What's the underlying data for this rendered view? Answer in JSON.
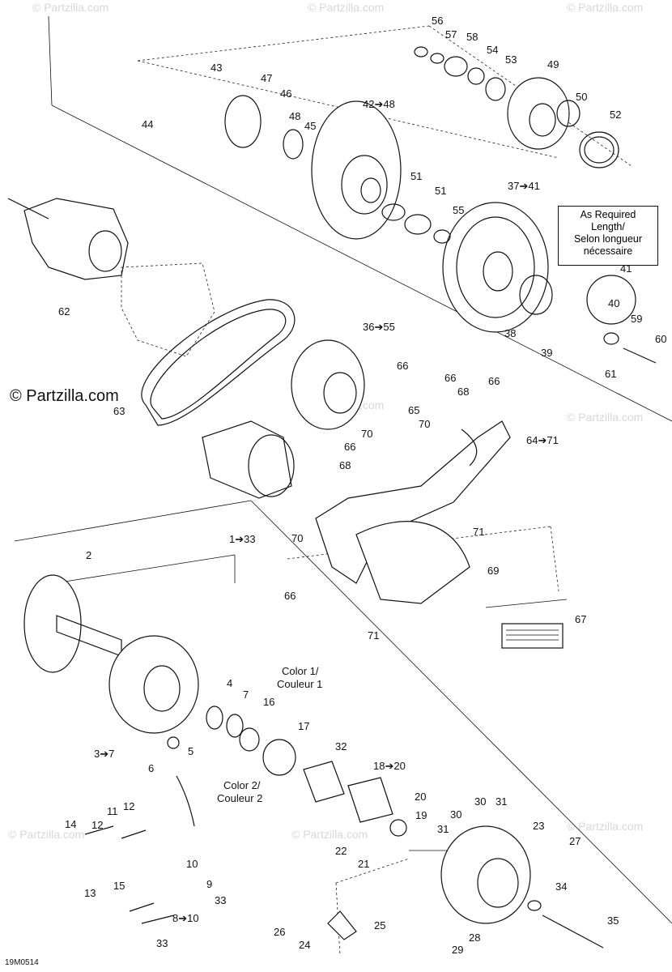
{
  "brand": {
    "watermark": "© Partzilla.com"
  },
  "diagram_code": "19M0514",
  "note": {
    "line1": "As Required",
    "line2": "Length/",
    "line3": "Selon longueur",
    "line4": "nécessaire"
  },
  "color_labels": {
    "color1_line1": "Color 1/",
    "color1_line2": "Couleur 1",
    "color2_line1": "Color 2/",
    "color2_line2": "Couleur 2"
  },
  "callouts": [
    {
      "id": "56",
      "text": "56"
    },
    {
      "id": "57",
      "text": "57"
    },
    {
      "id": "58",
      "text": "58"
    },
    {
      "id": "54",
      "text": "54"
    },
    {
      "id": "53",
      "text": "53"
    },
    {
      "id": "49",
      "text": "49"
    },
    {
      "id": "43",
      "text": "43"
    },
    {
      "id": "47",
      "text": "47"
    },
    {
      "id": "46",
      "text": "46"
    },
    {
      "id": "42",
      "text": "42➔48"
    },
    {
      "id": "50",
      "text": "50"
    },
    {
      "id": "52",
      "text": "52"
    },
    {
      "id": "44",
      "text": "44"
    },
    {
      "id": "48",
      "text": "48"
    },
    {
      "id": "45",
      "text": "45"
    },
    {
      "id": "51a",
      "text": "51"
    },
    {
      "id": "51b",
      "text": "51"
    },
    {
      "id": "37",
      "text": "37➔41"
    },
    {
      "id": "55",
      "text": "55"
    },
    {
      "id": "41",
      "text": "41"
    },
    {
      "id": "40",
      "text": "40"
    },
    {
      "id": "62",
      "text": "62"
    },
    {
      "id": "59",
      "text": "59"
    },
    {
      "id": "38",
      "text": "38"
    },
    {
      "id": "60",
      "text": "60"
    },
    {
      "id": "36",
      "text": "36➔55"
    },
    {
      "id": "39",
      "text": "39"
    },
    {
      "id": "61",
      "text": "61"
    },
    {
      "id": "66a",
      "text": "66"
    },
    {
      "id": "66b",
      "text": "66"
    },
    {
      "id": "66c",
      "text": "66"
    },
    {
      "id": "68a",
      "text": "68"
    },
    {
      "id": "63",
      "text": "63"
    },
    {
      "id": "65",
      "text": "65"
    },
    {
      "id": "70a",
      "text": "70"
    },
    {
      "id": "70b",
      "text": "70"
    },
    {
      "id": "64",
      "text": "64➔71"
    },
    {
      "id": "66d",
      "text": "66"
    },
    {
      "id": "68b",
      "text": "68"
    },
    {
      "id": "71a",
      "text": "71"
    },
    {
      "id": "1",
      "text": "1➔33"
    },
    {
      "id": "70c",
      "text": "70"
    },
    {
      "id": "2",
      "text": "2"
    },
    {
      "id": "69",
      "text": "69"
    },
    {
      "id": "66e",
      "text": "66"
    },
    {
      "id": "71b",
      "text": "71"
    },
    {
      "id": "67",
      "text": "67"
    },
    {
      "id": "4",
      "text": "4"
    },
    {
      "id": "7",
      "text": "7"
    },
    {
      "id": "16",
      "text": "16"
    },
    {
      "id": "17",
      "text": "17"
    },
    {
      "id": "3",
      "text": "3➔7"
    },
    {
      "id": "5",
      "text": "5"
    },
    {
      "id": "6",
      "text": "6"
    },
    {
      "id": "32",
      "text": "32"
    },
    {
      "id": "18",
      "text": "18➔20"
    },
    {
      "id": "20",
      "text": "20"
    },
    {
      "id": "14",
      "text": "14"
    },
    {
      "id": "11",
      "text": "11"
    },
    {
      "id": "12a",
      "text": "12"
    },
    {
      "id": "12b",
      "text": "12"
    },
    {
      "id": "19",
      "text": "19"
    },
    {
      "id": "30a",
      "text": "30"
    },
    {
      "id": "30b",
      "text": "30"
    },
    {
      "id": "31a",
      "text": "31"
    },
    {
      "id": "31b",
      "text": "31"
    },
    {
      "id": "23",
      "text": "23"
    },
    {
      "id": "13",
      "text": "13"
    },
    {
      "id": "22",
      "text": "22"
    },
    {
      "id": "21",
      "text": "21"
    },
    {
      "id": "27",
      "text": "27"
    },
    {
      "id": "10a",
      "text": "10"
    },
    {
      "id": "9",
      "text": "9"
    },
    {
      "id": "15",
      "text": "15"
    },
    {
      "id": "33a",
      "text": "33"
    },
    {
      "id": "34",
      "text": "34"
    },
    {
      "id": "8",
      "text": "8➔10"
    },
    {
      "id": "26",
      "text": "26"
    },
    {
      "id": "25",
      "text": "25"
    },
    {
      "id": "35",
      "text": "35"
    },
    {
      "id": "24",
      "text": "24"
    },
    {
      "id": "28",
      "text": "28"
    },
    {
      "id": "33b",
      "text": "33"
    },
    {
      "id": "29",
      "text": "29"
    }
  ]
}
